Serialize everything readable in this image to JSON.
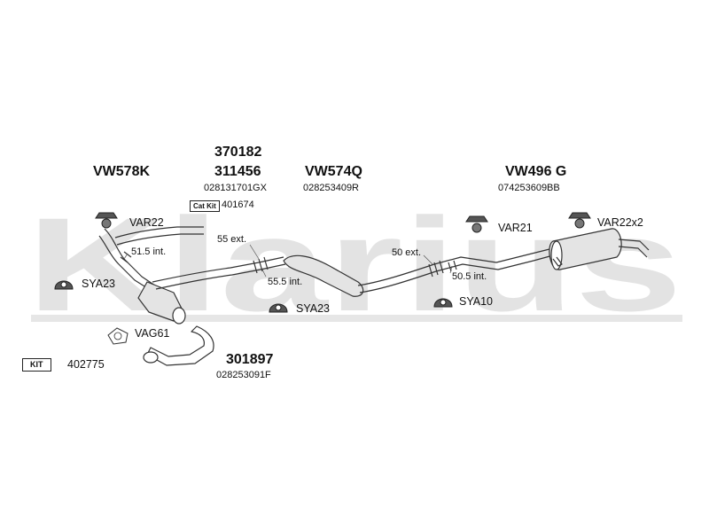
{
  "watermark": {
    "text": "Klarius",
    "color": "#dedede"
  },
  "colors": {
    "line": "#333333",
    "pipe_fill": "#ffffff",
    "component_fill": "#e4e4e4"
  },
  "groups": {
    "front": {
      "model": "VW578K"
    },
    "cat": {
      "part_top": "370182",
      "part_main": "311456",
      "code": "028131701GX",
      "kit_badge": "Cat Kit",
      "kit_number": "401674"
    },
    "middle": {
      "model": "VW574Q",
      "code": "028253409R"
    },
    "rear": {
      "model": "VW496 G",
      "code": "074253609BB"
    },
    "downpipe": {
      "part": "301897",
      "code": "028253091F"
    }
  },
  "fittings": {
    "var22": "VAR22",
    "var21": "VAR21",
    "var22x2": "VAR22x2",
    "sya23_left": "SYA23",
    "sya23_mid": "SYA23",
    "sya10": "SYA10",
    "vag61": "VAG61"
  },
  "joints": {
    "j1": "51.5 int.",
    "j2": "55 ext.",
    "j3": "55.5 int.",
    "j4": "50 ext.",
    "j5": "50.5 int."
  },
  "kit": {
    "badge": "KIT",
    "number": "402775"
  }
}
